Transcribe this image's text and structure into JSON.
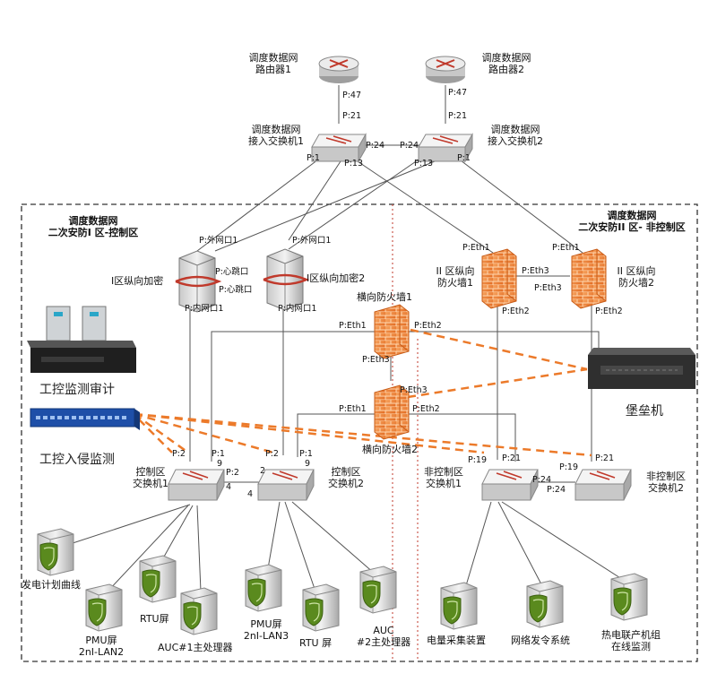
{
  "zones": {
    "left_title_1": "调度数据网",
    "left_title_2": "二次安防I 区-控制区",
    "right_title_1": "调度数据网",
    "right_title_2": "二次安防II 区- 非控制区"
  },
  "devices": {
    "router1": [
      "调度数据网",
      "路由器1"
    ],
    "router2": [
      "调度数据网",
      "路由器2"
    ],
    "access_sw1": [
      "调度数据网",
      "接入交换机1"
    ],
    "access_sw2": [
      "调度数据网",
      "接入交换机2"
    ],
    "enc1": "I区纵向加密",
    "enc2": "I区纵向加密2",
    "fw_ii_1": [
      "II 区纵向",
      "防火墙1"
    ],
    "fw_ii_2": [
      "II 区纵向",
      "防火墙2"
    ],
    "fw_h1": "横向防火墙1",
    "fw_h2": "横向防火墙2",
    "audit": "工控监测审计",
    "ids": "工控入侵监测",
    "bastion": "堡垒机",
    "ctrl_sw1": [
      "控制区",
      "交换机1"
    ],
    "ctrl_sw2": [
      "控制区",
      "交换机2"
    ],
    "nctrl_sw1": [
      "非控制区",
      "交换机1"
    ],
    "nctrl_sw2": [
      "非控制区",
      "交换机2"
    ],
    "srv_gen": "发电计划曲线",
    "srv_pmu1": [
      "PMU屏",
      "2nI-LAN2"
    ],
    "srv_rtu1": "RTU屏",
    "srv_auc1": "AUC#1主处理器",
    "srv_pmu2": [
      "PMU屏",
      "2nI-LAN3"
    ],
    "srv_rtu2": "RTU 屏",
    "srv_auc2": [
      "AUC",
      "#2主处理器"
    ],
    "srv_meter": "电量采集装置",
    "srv_net": "网络发令系统",
    "srv_heat": [
      "热电联产机组",
      "在线监测"
    ]
  },
  "ports": {
    "p47": "P:47",
    "p21": "P:21",
    "p24": "P:24",
    "p1": "P:1",
    "p13": "P:13",
    "ext1": "P:外网口1",
    "heart": "P:心跳口",
    "int1": "P:内网口1",
    "eth1": "P:Eth1",
    "eth2": "P:Eth2",
    "eth3": "P:Eth3",
    "p2": "P:2",
    "p19": "P:19",
    "n9": "9",
    "n2": "2",
    "n4": "4"
  },
  "colors": {
    "firewall": "#f0883a",
    "dashed_link": "#ec7a2a",
    "zone_border": "#333333",
    "zone_divider": "#c0392b",
    "server_shield": "#5a8a1e",
    "router_body": "#d9d9d9",
    "router_arrow": "#c0392b"
  }
}
